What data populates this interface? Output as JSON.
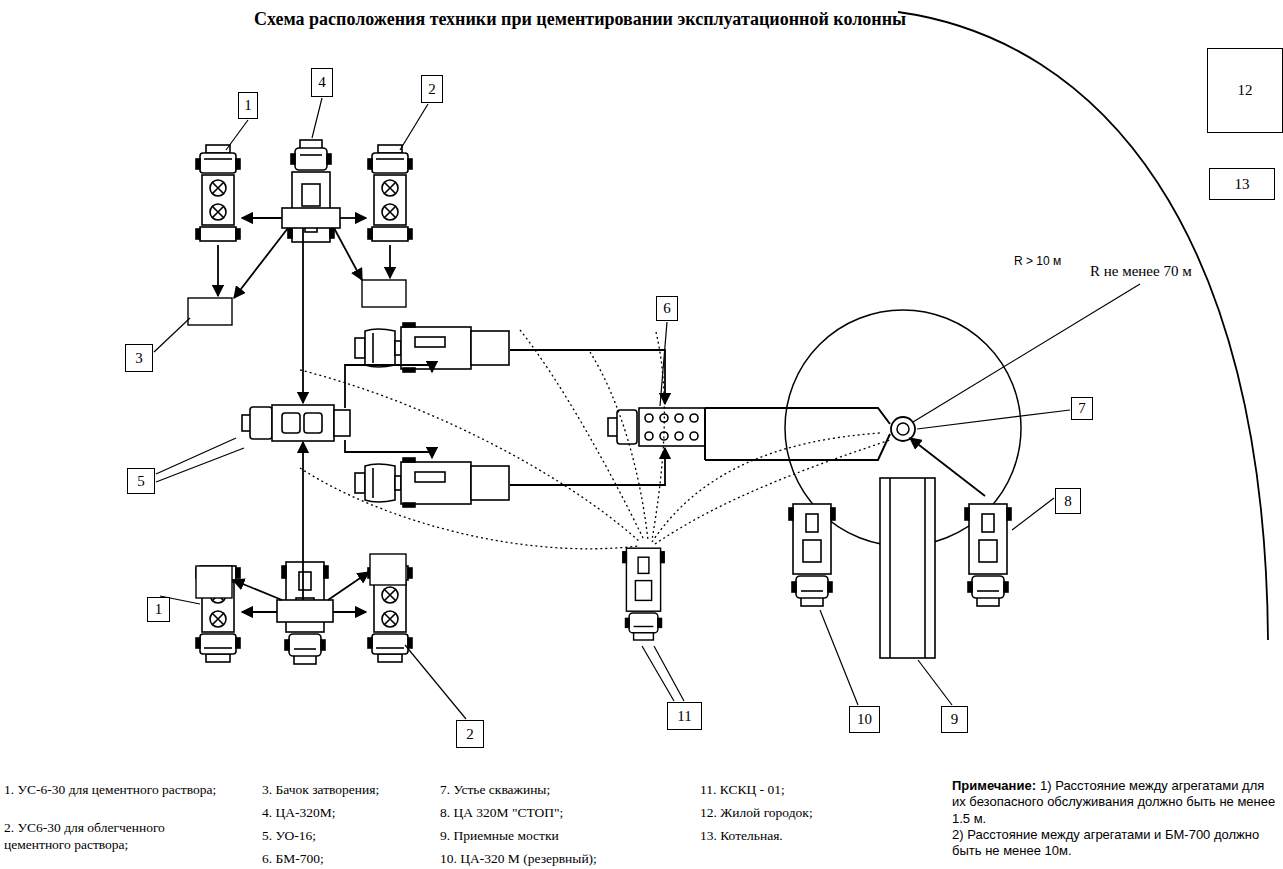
{
  "diagram": {
    "title": "Схема расположения техники при цементировании эксплуатационной колонны",
    "nodes": [
      {
        "text": [
          "1"
        ]
      },
      {
        "text": [
          "4"
        ]
      },
      {
        "text": [
          "2"
        ]
      },
      {
        "text": [
          "12"
        ]
      },
      {
        "text": [
          "13"
        ]
      },
      {
        "text": [
          "6"
        ]
      },
      {
        "text": [
          "3"
        ]
      },
      {
        "text": [
          "7"
        ]
      },
      {
        "text": [
          "5"
        ]
      },
      {
        "text": [
          "8"
        ]
      },
      {
        "text": [
          "1"
        ]
      },
      {
        "text": [
          "2"
        ]
      },
      {
        "text": [
          "11"
        ]
      },
      {
        "text": [
          "10"
        ]
      },
      {
        "text": [
          "9"
        ]
      }
    ],
    "labels": [
      "R не менее 70 м",
      "R > 10 м",
      "1. УС-6-30 для цементного раствора;",
      "2. УС6-30 для облегченного цементного раствора;",
      "3. Бачок затворения;",
      "4. ЦА-320М;",
      "5. УО-16;",
      "6. БМ-700;",
      "7. Устье скважины;",
      "8. ЦА 320М \"СТОП\";",
      "9. Приемные мостки",
      "10. ЦА-320 М (резервный);",
      "11. КСКЦ - 01;",
      "12. Жилой городок;",
      "13. Котельная.",
      "Примечание:",
      "1) Расстояние между агрегатами для их безопасного обслуживания должно быть не менее 1.5 м.",
      "2) Расстояние между агрегатами и БМ-700 должно быть не менее 10м."
    ]
  }
}
